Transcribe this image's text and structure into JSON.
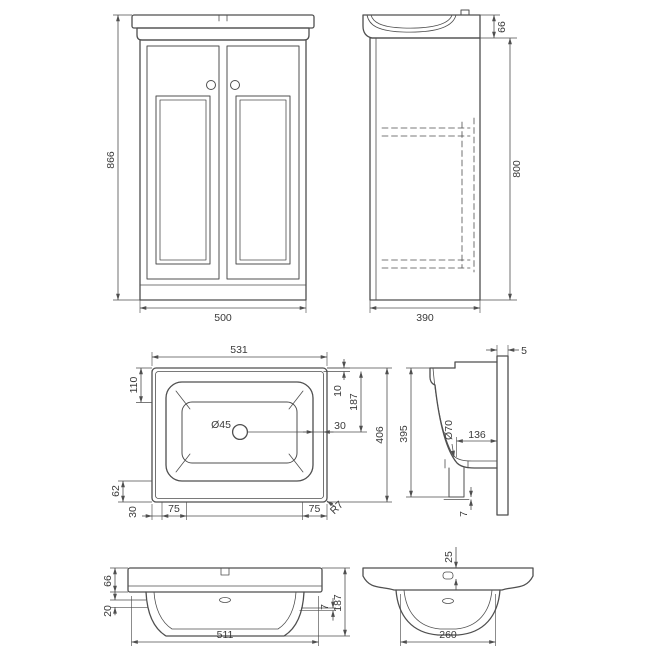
{
  "palette": {
    "line": "#4f4f4f",
    "text": "#3a3a3a",
    "background": "#ffffff"
  },
  "vanity_front": {
    "height": "866",
    "width": "500"
  },
  "vanity_side": {
    "basin_height": "66",
    "cabinet_height": "800",
    "depth": "390"
  },
  "basin_plan": {
    "width": "531",
    "back_offset": "110",
    "rim": "10",
    "bowl_center": "187",
    "depth": "406",
    "waste_diameter": "Ø45",
    "waste_offset": "30",
    "front_offset": "62",
    "edge_gap": "30",
    "tap_span_left": "75",
    "tap_span_right": "75",
    "corner_radius": "R7"
  },
  "basin_side_section": {
    "wall_gap": "5",
    "height": "395",
    "waste_diameter": "Ø70",
    "waste_to_wall": "136",
    "base_gap": "7"
  },
  "basin_front": {
    "rim_height": "66",
    "apron": "20",
    "width": "511",
    "lip": "7",
    "height": "187"
  },
  "basin_round_front": {
    "slot_offset": "25",
    "bowl_width": "260"
  }
}
